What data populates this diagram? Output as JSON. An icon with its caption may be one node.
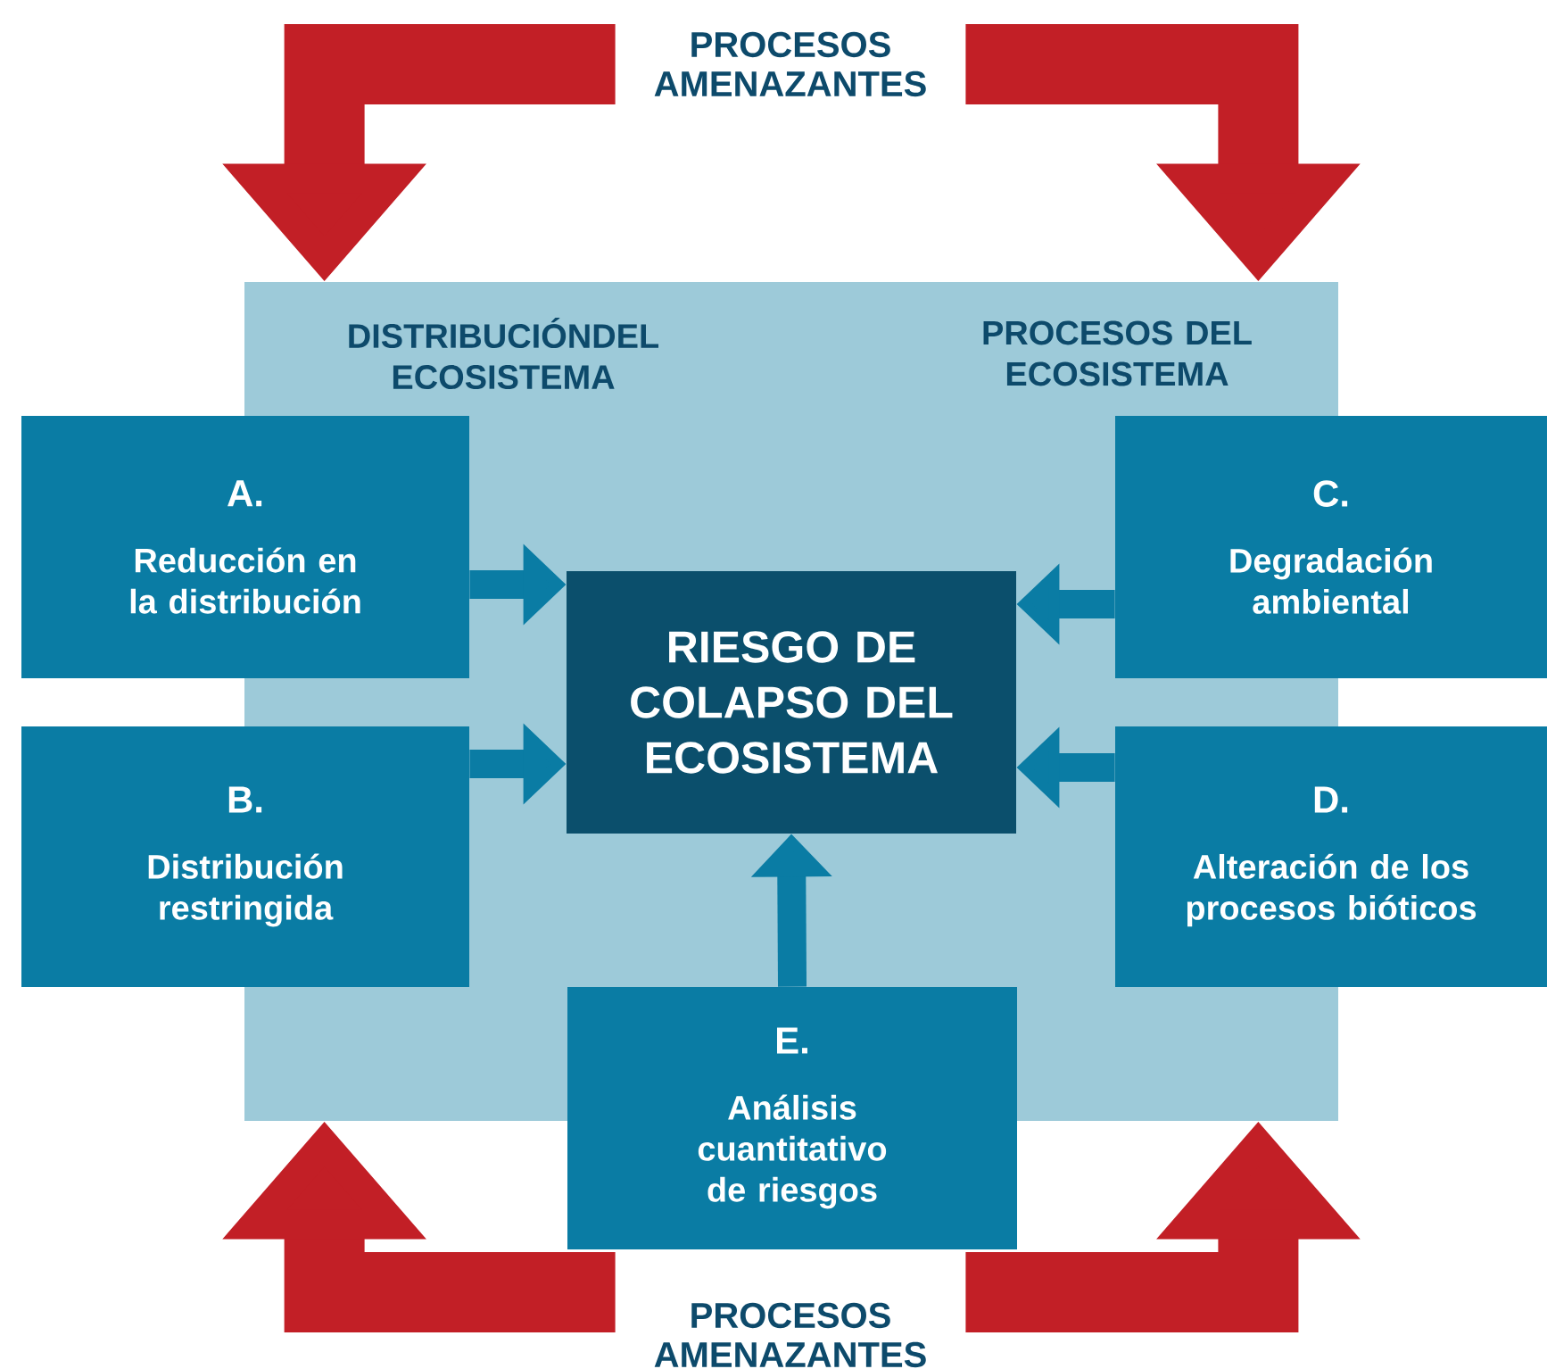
{
  "diagram": {
    "nodes": [
      {
        "text": [
          "DISTRIBUCIÓNDEL ECOSISTEMA",
          "PROCESOS DEL ECOSISTEMA"
        ]
      },
      {
        "text": [
          "A.",
          "Reducción en la distribución"
        ]
      },
      {
        "text": [
          "C.",
          "Degradación ambiental"
        ]
      },
      {
        "text": [
          "RIESGO DE COLAPSO DEL ECOSISTEMA"
        ],
        "in": 0
      },
      {
        "text": [
          "B.",
          "Distribución restringida"
        ]
      },
      {
        "text": [
          "D.",
          "Alteración de los procesos bióticos"
        ]
      },
      {
        "text": [
          "E.",
          "Análisis cuantitativo de riesgos"
        ]
      },
      {
        "text": [
          "PROCESOS AMENAZANTES"
        ]
      },
      {
        "text": [
          "PROCESOS AMENAZANTES"
        ]
      }
    ],
    "edges": [
      {
        "from": 1,
        "to": 3,
        "arrow": "to"
      },
      {
        "from": 2,
        "to": 3,
        "arrow": "to"
      },
      {
        "from": 4,
        "to": 3,
        "arrow": "to"
      },
      {
        "from": 5,
        "to": 3,
        "arrow": "to"
      },
      {
        "from": 6,
        "to": 3,
        "arrow": "to"
      },
      {
        "from": 7,
        "to": 0,
        "arrow": "to",
        "style": "thick",
        "color": "#c21f26"
      },
      {
        "from": 7,
        "to": 0,
        "arrow": "to",
        "style": "thick",
        "color": "#c21f26"
      },
      {
        "from": 8,
        "to": 0,
        "arrow": "to",
        "style": "thick",
        "color": "#c21f26"
      },
      {
        "from": 8,
        "to": 0,
        "arrow": "to",
        "style": "thick",
        "color": "#c21f26"
      }
    ]
  }
}
